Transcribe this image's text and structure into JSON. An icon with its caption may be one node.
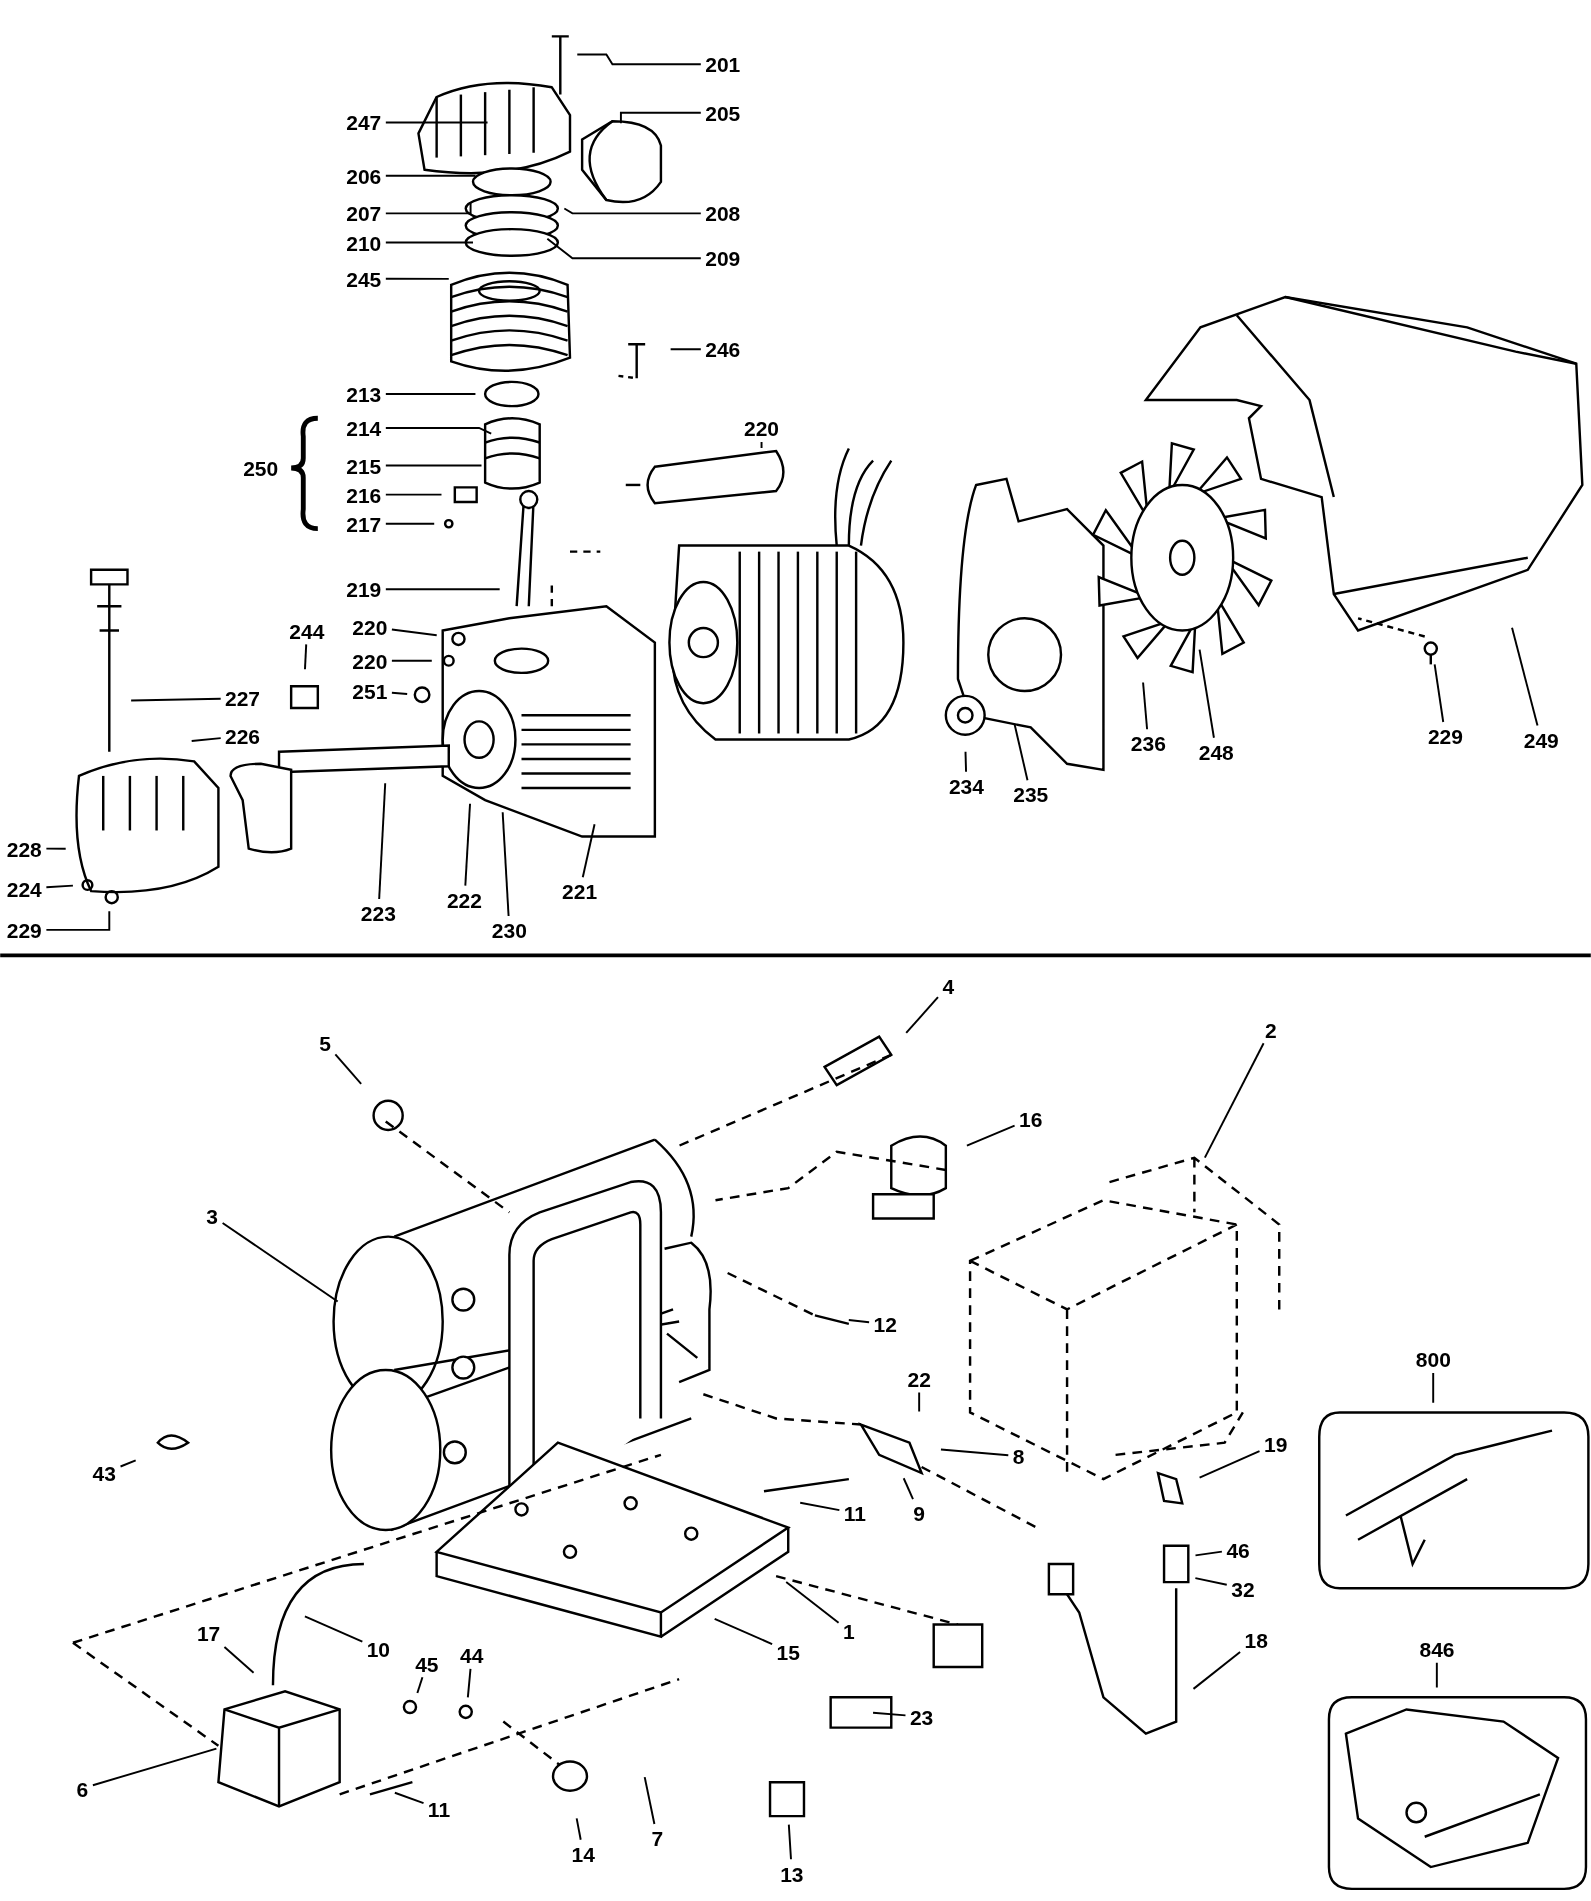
{
  "diagram": {
    "nodes": [
      {
        "text": [
          "201"
        ]
      },
      {
        "text": [
          "247"
        ]
      },
      {
        "text": [
          "205"
        ]
      },
      {
        "text": [
          "206"
        ]
      },
      {
        "text": [
          "207"
        ]
      },
      {
        "text": [
          "208"
        ]
      },
      {
        "text": [
          "210"
        ]
      },
      {
        "text": [
          "209"
        ]
      },
      {
        "text": [
          "245"
        ]
      },
      {
        "text": [
          "246"
        ]
      },
      {
        "text": [
          "213"
        ]
      },
      {
        "text": [
          "214"
        ]
      },
      {
        "text": [
          "215"
        ]
      },
      {
        "text": [
          "216"
        ]
      },
      {
        "text": [
          "217"
        ]
      },
      {
        "text": [
          "220"
        ]
      },
      {
        "text": [
          "219"
        ]
      },
      {
        "text": [
          "220"
        ]
      },
      {
        "text": [
          "220"
        ]
      },
      {
        "text": [
          "251"
        ]
      },
      {
        "text": [
          "244"
        ]
      },
      {
        "text": [
          "227"
        ]
      },
      {
        "text": [
          "226"
        ]
      },
      {
        "text": [
          "228"
        ]
      },
      {
        "text": [
          "224"
        ]
      },
      {
        "text": [
          "229"
        ]
      },
      {
        "text": [
          "223"
        ]
      },
      {
        "text": [
          "222"
        ]
      },
      {
        "text": [
          "230"
        ]
      },
      {
        "text": [
          "221"
        ]
      },
      {
        "text": [
          "234"
        ]
      },
      {
        "text": [
          "235"
        ]
      },
      {
        "text": [
          "236"
        ]
      },
      {
        "text": [
          "248"
        ]
      },
      {
        "text": [
          "229"
        ]
      },
      {
        "text": [
          "249"
        ]
      },
      {
        "text": [
          "4"
        ]
      },
      {
        "text": [
          "2"
        ]
      },
      {
        "text": [
          "5"
        ]
      },
      {
        "text": [
          "16"
        ]
      },
      {
        "text": [
          "3"
        ]
      },
      {
        "text": [
          "12"
        ]
      },
      {
        "text": [
          "800"
        ]
      },
      {
        "text": [
          "22"
        ]
      },
      {
        "text": [
          "43"
        ]
      },
      {
        "text": [
          "19"
        ]
      },
      {
        "text": [
          "8"
        ]
      },
      {
        "text": [
          "11"
        ]
      },
      {
        "text": [
          "9"
        ]
      },
      {
        "text": [
          "46"
        ]
      },
      {
        "text": [
          "32"
        ]
      },
      {
        "text": [
          "1"
        ]
      },
      {
        "text": [
          "17"
        ]
      },
      {
        "text": [
          "10"
        ]
      },
      {
        "text": [
          "18"
        ]
      },
      {
        "text": [
          "846"
        ]
      },
      {
        "text": [
          "15"
        ]
      },
      {
        "text": [
          "45"
        ]
      },
      {
        "text": [
          "44"
        ]
      },
      {
        "text": [
          "23"
        ]
      },
      {
        "text": [
          "6"
        ]
      },
      {
        "text": [
          "11"
        ]
      },
      {
        "text": [
          "14"
        ]
      },
      {
        "text": [
          "7"
        ]
      },
      {
        "text": [
          "13"
        ]
      },
      {
        "text": [
          "250"
        ]
      }
    ],
    "edges": [
      {
        "from": 0,
        "to": null,
        "arrow": "none"
      },
      {
        "from": 1,
        "to": null,
        "arrow": "none"
      },
      {
        "from": 2,
        "to": null,
        "arrow": "none"
      },
      {
        "from": 3,
        "to": null,
        "arrow": "none"
      },
      {
        "from": 4,
        "to": null,
        "arrow": "none"
      },
      {
        "from": 5,
        "to": null,
        "arrow": "none"
      },
      {
        "from": 6,
        "to": null,
        "arrow": "none"
      },
      {
        "from": 7,
        "to": null,
        "arrow": "none"
      },
      {
        "from": 8,
        "to": null,
        "arrow": "none"
      },
      {
        "from": 9,
        "to": null,
        "arrow": "none"
      },
      {
        "from": 10,
        "to": null,
        "arrow": "none"
      },
      {
        "from": 11,
        "to": null,
        "arrow": "none"
      },
      {
        "from": 12,
        "to": null,
        "arrow": "none"
      },
      {
        "from": 13,
        "to": null,
        "arrow": "none"
      },
      {
        "from": 14,
        "to": null,
        "arrow": "none"
      },
      {
        "from": 15,
        "to": null,
        "arrow": "none"
      },
      {
        "from": 16,
        "to": null,
        "arrow": "none"
      },
      {
        "from": 17,
        "to": null,
        "arrow": "none"
      },
      {
        "from": 18,
        "to": null,
        "arrow": "none"
      },
      {
        "from": 19,
        "to": null,
        "arrow": "none"
      },
      {
        "from": 20,
        "to": null,
        "arrow": "none"
      },
      {
        "from": 21,
        "to": null,
        "arrow": "none"
      },
      {
        "from": 22,
        "to": null,
        "arrow": "none"
      },
      {
        "from": 23,
        "to": null,
        "arrow": "none"
      },
      {
        "from": 24,
        "to": null,
        "arrow": "none"
      },
      {
        "from": 25,
        "to": null,
        "arrow": "none"
      },
      {
        "from": 26,
        "to": null,
        "arrow": "none"
      },
      {
        "from": 27,
        "to": null,
        "arrow": "none"
      },
      {
        "from": 28,
        "to": null,
        "arrow": "none"
      },
      {
        "from": 29,
        "to": null,
        "arrow": "none"
      },
      {
        "from": 30,
        "to": null,
        "arrow": "none"
      },
      {
        "from": 31,
        "to": null,
        "arrow": "none"
      },
      {
        "from": 32,
        "to": null,
        "arrow": "none"
      },
      {
        "from": 33,
        "to": null,
        "arrow": "none"
      },
      {
        "from": 34,
        "to": null,
        "arrow": "none"
      },
      {
        "from": 35,
        "to": null,
        "arrow": "none"
      },
      {
        "from": 36,
        "to": null,
        "arrow": "none"
      },
      {
        "from": 37,
        "to": null,
        "arrow": "none"
      },
      {
        "from": 38,
        "to": null,
        "arrow": "none"
      },
      {
        "from": 39,
        "to": null,
        "arrow": "none"
      },
      {
        "from": 40,
        "to": null,
        "arrow": "none"
      },
      {
        "from": 41,
        "to": null,
        "arrow": "none"
      },
      {
        "from": 42,
        "to": null,
        "arrow": "none"
      },
      {
        "from": 43,
        "to": null,
        "arrow": "none"
      },
      {
        "from": 44,
        "to": null,
        "arrow": "none"
      },
      {
        "from": 45,
        "to": null,
        "arrow": "none"
      },
      {
        "from": 46,
        "to": null,
        "arrow": "none"
      },
      {
        "from": 47,
        "to": null,
        "arrow": "none"
      },
      {
        "from": 48,
        "to": null,
        "arrow": "none"
      },
      {
        "from": 49,
        "to": null,
        "arrow": "none"
      },
      {
        "from": 50,
        "to": null,
        "arrow": "none"
      },
      {
        "from": 51,
        "to": null,
        "arrow": "none"
      },
      {
        "from": 52,
        "to": null,
        "arrow": "none"
      },
      {
        "from": 53,
        "to": null,
        "arrow": "none"
      },
      {
        "from": 54,
        "to": null,
        "arrow": "none"
      },
      {
        "from": 55,
        "to": null,
        "arrow": "none"
      },
      {
        "from": 56,
        "to": null,
        "arrow": "none"
      },
      {
        "from": 57,
        "to": null,
        "arrow": "none"
      },
      {
        "from": 58,
        "to": null,
        "arrow": "none"
      },
      {
        "from": 59,
        "to": null,
        "arrow": "none"
      },
      {
        "from": 60,
        "to": null,
        "arrow": "none"
      },
      {
        "from": 61,
        "to": null,
        "arrow": "none"
      },
      {
        "from": 62,
        "to": null,
        "arrow": "none"
      },
      {
        "from": 63,
        "to": null,
        "arrow": "none"
      },
      {
        "from": 64,
        "to": null,
        "arrow": "none"
      }
    ]
  }
}
